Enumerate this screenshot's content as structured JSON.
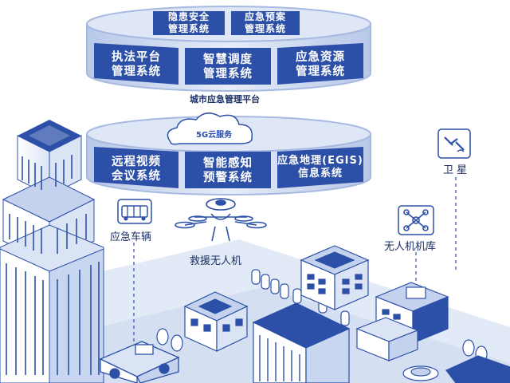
{
  "platform_top": {
    "name": "城市应急管理平台",
    "systems_small": [
      "隐患安全\n管理系统",
      "应急预案\n管理系统"
    ],
    "systems_big": [
      "执法平台\n管理系统",
      "智慧调度\n管理系统",
      "应急资源\n管理系统"
    ]
  },
  "platform_bottom": {
    "cloud_label": "5G云服务",
    "systems": [
      "远程视频\n会议系统",
      "智能感知\n预警系统",
      "应急地理(EGIS)\n信息系统"
    ]
  },
  "devices": {
    "vehicle": "应急车辆",
    "drone": "救援无人机",
    "hangar": "无人机机库",
    "satellite": "卫 星"
  },
  "colors": {
    "primary": "#2c50a8",
    "ring_light": "#cdd9f0",
    "ring_mid": "#9fb3dd",
    "city_light": "#e3eaf7"
  }
}
